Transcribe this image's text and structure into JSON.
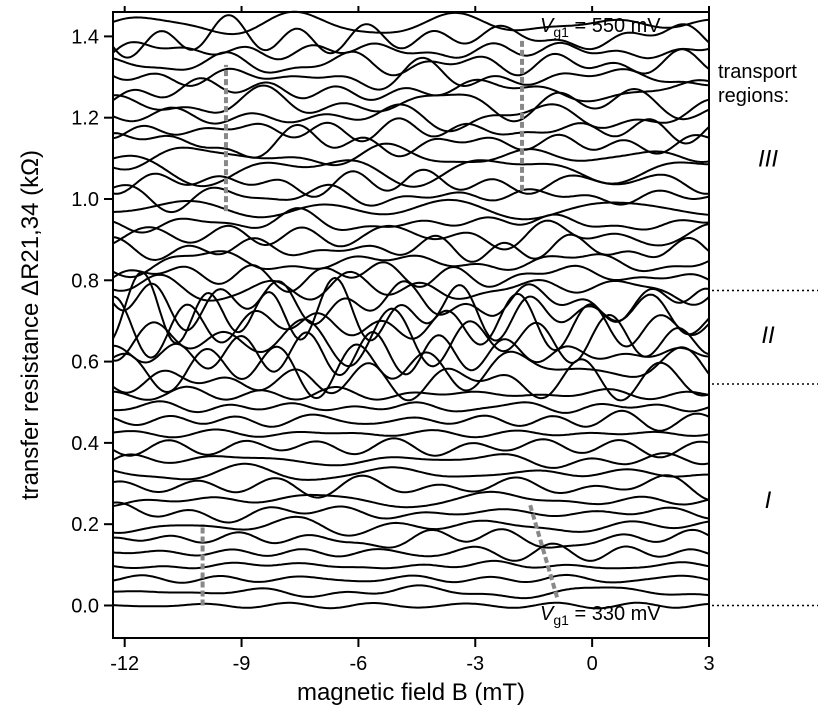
{
  "chart_data": {
    "type": "line",
    "title": "",
    "xlabel": "magnetic field B (mT)",
    "ylabel": "transfer resistance ΔR21,34 (kΩ)",
    "xlim": [
      -12.3,
      3.0
    ],
    "ylim": [
      -0.08,
      1.46
    ],
    "x_ticks": [
      -12,
      -9,
      -6,
      -3,
      0,
      3
    ],
    "y_ticks": [
      0.0,
      0.2,
      0.4,
      0.6,
      0.8,
      1.0,
      1.2,
      1.4
    ],
    "x_tick_labels": [
      "-12",
      "-9",
      "-6",
      "-3",
      "0",
      "3"
    ],
    "y_tick_labels": [
      "0.0",
      "0.2",
      "0.4",
      "0.6",
      "0.8",
      "1.0",
      "1.2",
      "1.4"
    ],
    "grid": false,
    "trace_count": 45,
    "trace_offsets": [
      0.0,
      0.033,
      0.065,
      0.098,
      0.13,
      0.163,
      0.195,
      0.228,
      0.26,
      0.293,
      0.325,
      0.358,
      0.39,
      0.423,
      0.455,
      0.488,
      0.52,
      0.553,
      0.585,
      0.62,
      0.655,
      0.69,
      0.72,
      0.745,
      0.78,
      0.812,
      0.845,
      0.877,
      0.91,
      0.942,
      0.975,
      1.007,
      1.04,
      1.072,
      1.105,
      1.137,
      1.17,
      1.202,
      1.235,
      1.267,
      1.3,
      1.332,
      1.365,
      1.397,
      1.43
    ],
    "annotations": {
      "vg_top": {
        "prefix": "V",
        "sub": "g1",
        "suffix": " = 550 mV"
      },
      "vg_bottom": {
        "prefix": "V",
        "sub": "g1",
        "suffix": " = 330 mV"
      }
    },
    "guide_lines": [
      {
        "x1": -10.0,
        "y1": 0.0,
        "x2": -10.0,
        "y2": 0.2
      },
      {
        "x1": -0.9,
        "y1": 0.02,
        "x2": -1.6,
        "y2": 0.25
      },
      {
        "x1": -9.4,
        "y1": 0.97,
        "x2": -9.4,
        "y2": 1.33
      },
      {
        "x1": -1.8,
        "y1": 1.02,
        "x2": -1.8,
        "y2": 1.39
      }
    ],
    "region_dividers": [
      0.0,
      0.545,
      0.775
    ],
    "regions": {
      "heading_line1": "transport",
      "heading_line2": "regions:",
      "labels": [
        {
          "text": "III",
          "y": 1.1
        },
        {
          "text": "II",
          "y": 0.665
        },
        {
          "text": "I",
          "y": 0.26
        }
      ]
    }
  }
}
